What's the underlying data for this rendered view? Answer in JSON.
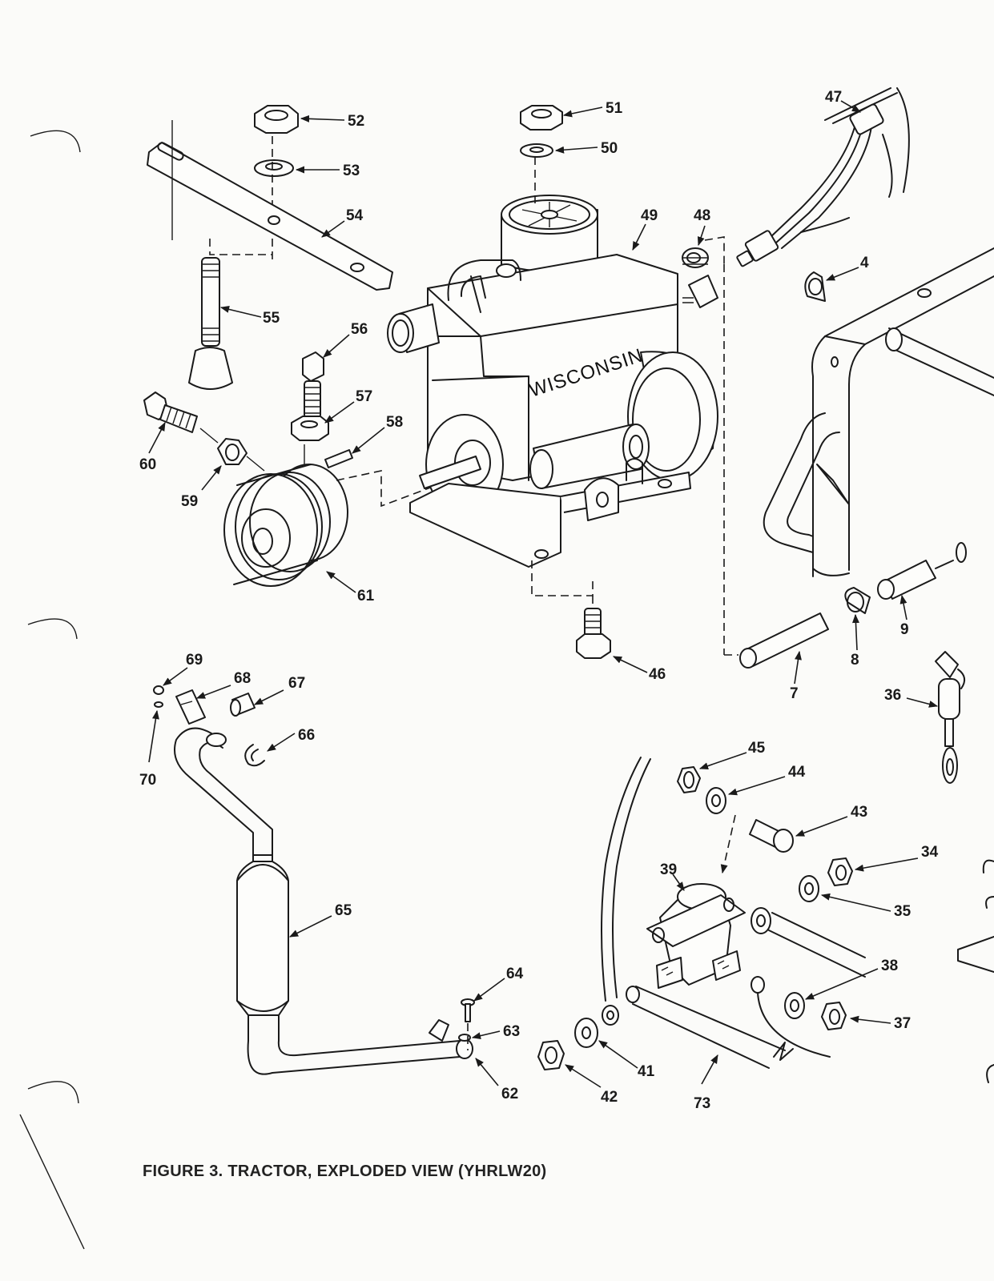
{
  "figure_caption": "FIGURE 3.  TRACTOR, EXPLODED VIEW (YHRLW20)",
  "engine_brand": "WISCONSIN",
  "callouts": {
    "c4": "4",
    "c7": "7",
    "c8": "8",
    "c9": "9",
    "c34": "34",
    "c35": "35",
    "c36": "36",
    "c37": "37",
    "c38": "38",
    "c39": "39",
    "c41": "41",
    "c42": "42",
    "c43": "43",
    "c44": "44",
    "c45": "45",
    "c46": "46",
    "c47": "47",
    "c48": "48",
    "c49": "49",
    "c50": "50",
    "c51": "51",
    "c52": "52",
    "c53": "53",
    "c54": "54",
    "c55": "55",
    "c56": "56",
    "c57": "57",
    "c58": "58",
    "c59": "59",
    "c60": "60",
    "c61": "61",
    "c62": "62",
    "c63": "63",
    "c64": "64",
    "c65": "65",
    "c66": "66",
    "c67": "67",
    "c68": "68",
    "c69": "69",
    "c70": "70",
    "c73": "73"
  },
  "colors": {
    "ink": "#1a1a1a",
    "paper": "#fbfbf9"
  }
}
